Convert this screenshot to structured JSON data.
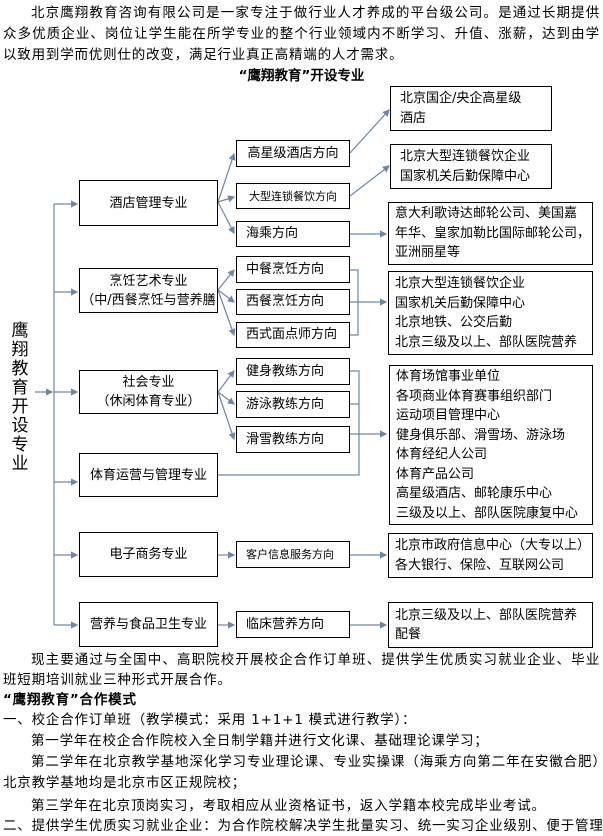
{
  "intro": "北京鹰翔教育咨询有限公司是一家专注于做行业人才养成的平台级公司。是通过长期提供众多优质企业、岗位让学生能在所学专业的整个行业领域内不断学习、升值、涨薪，达到由学以致用到学而优则仕的改变，满足行业真正高精端的人才需求。",
  "diagram": {
    "title": "“鹰翔教育”开设专业",
    "root": "鹰翔教育开设专业",
    "majors": [
      {
        "lines": [
          "酒店管理专业"
        ]
      },
      {
        "lines": [
          "烹饪艺术专业",
          "（中/西餐烹饪与营养膳"
        ]
      },
      {
        "lines": [
          "社会专业",
          "（休闲体育专业）"
        ]
      },
      {
        "lines": [
          "体育运营与管理专业"
        ]
      },
      {
        "lines": [
          "电子商务专业"
        ]
      },
      {
        "lines": [
          "营养与食品卫生专业"
        ]
      }
    ],
    "directions": [
      "高星级酒店方向",
      "大型连锁餐饮方向",
      "海乘方向",
      "中餐烹饪方向",
      "西餐烹饪方向",
      "西式面点师方向",
      "健身教练方向",
      "游泳教练方向",
      "滑雪教练方向",
      "客户信息服务方向",
      "临床营养方向"
    ],
    "employers": [
      {
        "lines": [
          "北京国企/央企高星级",
          "酒店"
        ]
      },
      {
        "lines": [
          "北京大型连锁餐饮企业",
          "国家机关后勤保障中心"
        ]
      },
      {
        "lines": [
          "意大利歌诗达邮轮公司、美国嘉",
          "年华、皇家加勒比国际邮轮公司，",
          "亚洲丽星等"
        ]
      },
      {
        "lines": [
          "北京大型连锁餐饮企业",
          "国家机关后勤保障中心",
          "北京地铁、公交后勤",
          "北京三级及以上、部队医院营养"
        ]
      },
      {
        "lines": [
          "体育场馆事业单位",
          "各项商业体育赛事组织部门",
          "运动项目管理中心",
          "健身俱乐部、滑雪场、游泳场",
          "体育经纪人公司",
          "体育产品公司",
          "高星级酒店、邮轮康乐中心",
          "三级及以上、部队医院康复中心"
        ]
      },
      {
        "lines": [
          "北京市政府信息中心（大专以上）",
          "各大银行、保险、互联网公司"
        ]
      },
      {
        "lines": [
          "北京三级及以上、部队医院营养",
          "配餐"
        ]
      }
    ]
  },
  "body": {
    "p1": "现主要通过与全国中、高职院校开展校企合作订单班、提供学生优质实习就业企业、毕业班短期培训就业三种形式开展合作。",
    "heading": "“鹰翔教育”合作模式",
    "item1": "一、校企合作订单班（教学模式：采用 1+1+1 模式进行教学）：",
    "year1": "第一学年在校企合作院校入全日制学籍并进行文化课、基础理论课学习；",
    "year2": "第二学年在北京教学基地深化学习专业理论课、专业实操课（海乘方向第二年在安徽合肥）北京教学基地均是北京市区正规院校；",
    "year3": "第三学年在北京顶岗实习，考取相应从业资格证书，返入学籍本校完成毕业考试。",
    "item2": "二、提供学生优质实习就业企业：为合作院校解决学生批量实习、统一实习企业级别、便于管理、降低安"
  }
}
